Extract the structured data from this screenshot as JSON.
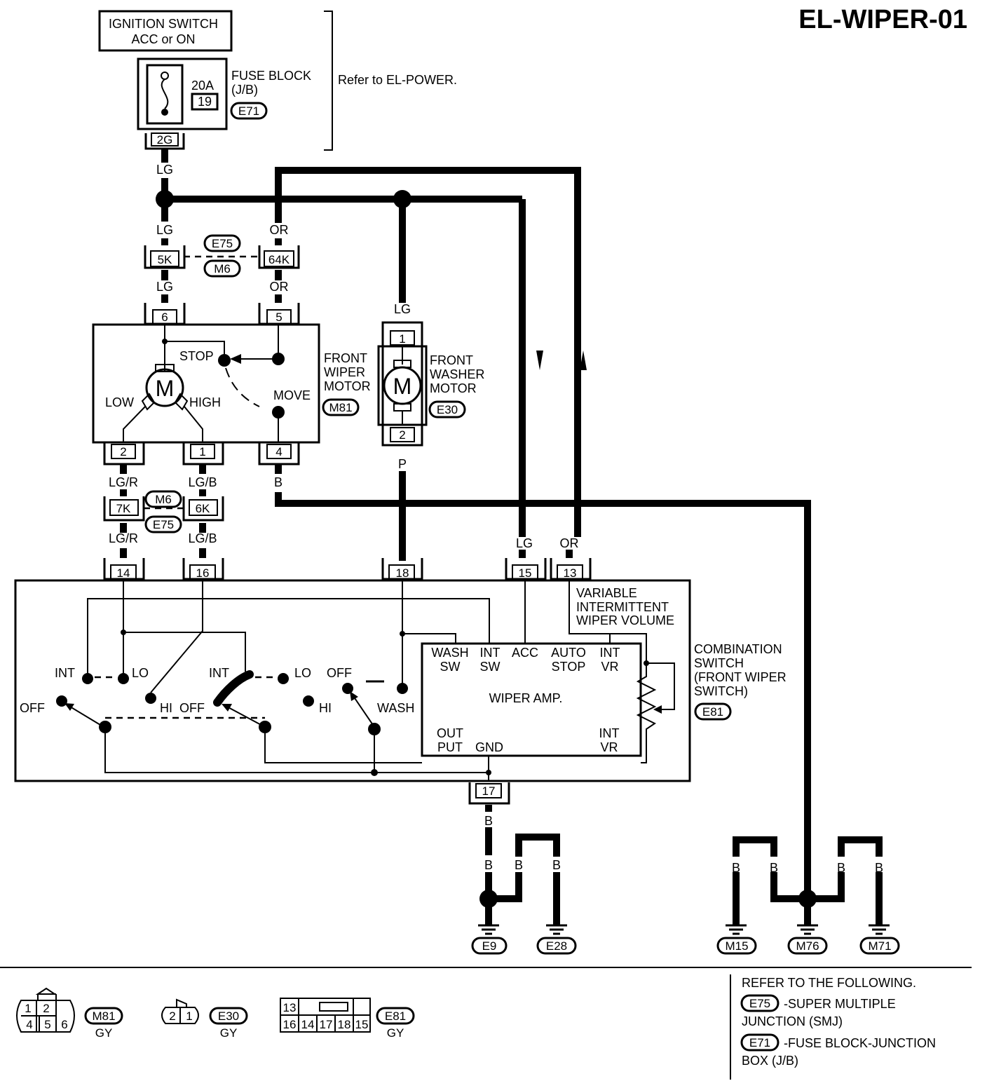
{
  "title": "EL-WIPER-01",
  "ignition": {
    "line1": "IGNITION SWITCH",
    "line2": "ACC or ON"
  },
  "fuse_block": {
    "amp": "20A",
    "num": "19",
    "label1": "FUSE BLOCK",
    "label2": "(J/B)",
    "conn": "E71",
    "terminal": "2G"
  },
  "refer_power": "Refer to EL-POWER.",
  "wires": {
    "lg": "LG",
    "or": "OR",
    "lgr": "LG/R",
    "lgb": "LG/B",
    "b": "B",
    "p": "P"
  },
  "smj_top": {
    "left": "5K",
    "right": "64K",
    "conn_a": "E75",
    "conn_b": "M6"
  },
  "smj_mid": {
    "left": "7K",
    "right": "6K",
    "conn_a": "M6",
    "conn_b": "E75"
  },
  "wiper_motor": {
    "label1": "FRONT",
    "label2": "WIPER",
    "label3": "MOTOR",
    "conn": "M81",
    "t_top_left": "6",
    "t_top_right": "5",
    "t_bot1": "2",
    "t_bot2": "1",
    "t_bot3": "4",
    "stop": "STOP",
    "move": "MOVE",
    "low": "LOW",
    "high": "HIGH",
    "m": "M"
  },
  "washer_motor": {
    "label1": "FRONT",
    "label2": "WASHER",
    "label3": "MOTOR",
    "conn": "E30",
    "t_top": "1",
    "t_bot": "2",
    "m": "M"
  },
  "combo_switch": {
    "label1": "COMBINATION",
    "label2": "SWITCH",
    "label3": "(FRONT WIPER",
    "label4": "SWITCH)",
    "conn": "E81",
    "t14": "14",
    "t16": "16",
    "t18": "18",
    "t15": "15",
    "t13": "13",
    "t17": "17",
    "int": "INT",
    "lo": "LO",
    "hi": "HI",
    "off": "OFF",
    "wash": "WASH",
    "var1": "VARIABLE",
    "var2": "INTERMITTENT",
    "var3": "WIPER VOLUME"
  },
  "wiper_amp": {
    "title": "WIPER AMP.",
    "wash_sw1": "WASH",
    "wash_sw2": "SW",
    "int_sw1": "INT",
    "int_sw2": "SW",
    "acc": "ACC",
    "auto1": "AUTO",
    "auto2": "STOP",
    "int_vr1": "INT",
    "int_vr2": "VR",
    "out1": "OUT",
    "out2": "PUT",
    "gnd": "GND",
    "int_vr3": "INT",
    "int_vr4": "VR"
  },
  "grounds": {
    "e9": "E9",
    "e28": "E28",
    "m15": "M15",
    "m76": "M76",
    "m71": "M71"
  },
  "legend": {
    "m81": "M81",
    "m81_color": "GY",
    "e30": "E30",
    "e30_color": "GY",
    "e81": "E81",
    "e81_color": "GY",
    "m81_pins": [
      "1",
      "2",
      "4",
      "5",
      "6"
    ],
    "e30_pins": [
      "2",
      "1"
    ],
    "e81_pins_top": [
      "13"
    ],
    "e81_pins_bot": [
      "16",
      "14",
      "17",
      "18",
      "15"
    ]
  },
  "refer": {
    "heading": "REFER TO THE FOLLOWING.",
    "item1_conn": "E75",
    "item1_text1": "-SUPER MULTIPLE",
    "item1_text2": "JUNCTION (SMJ)",
    "item2_conn": "E71",
    "item2_text1": "-FUSE BLOCK-JUNCTION",
    "item2_text2": "BOX (J/B)"
  }
}
